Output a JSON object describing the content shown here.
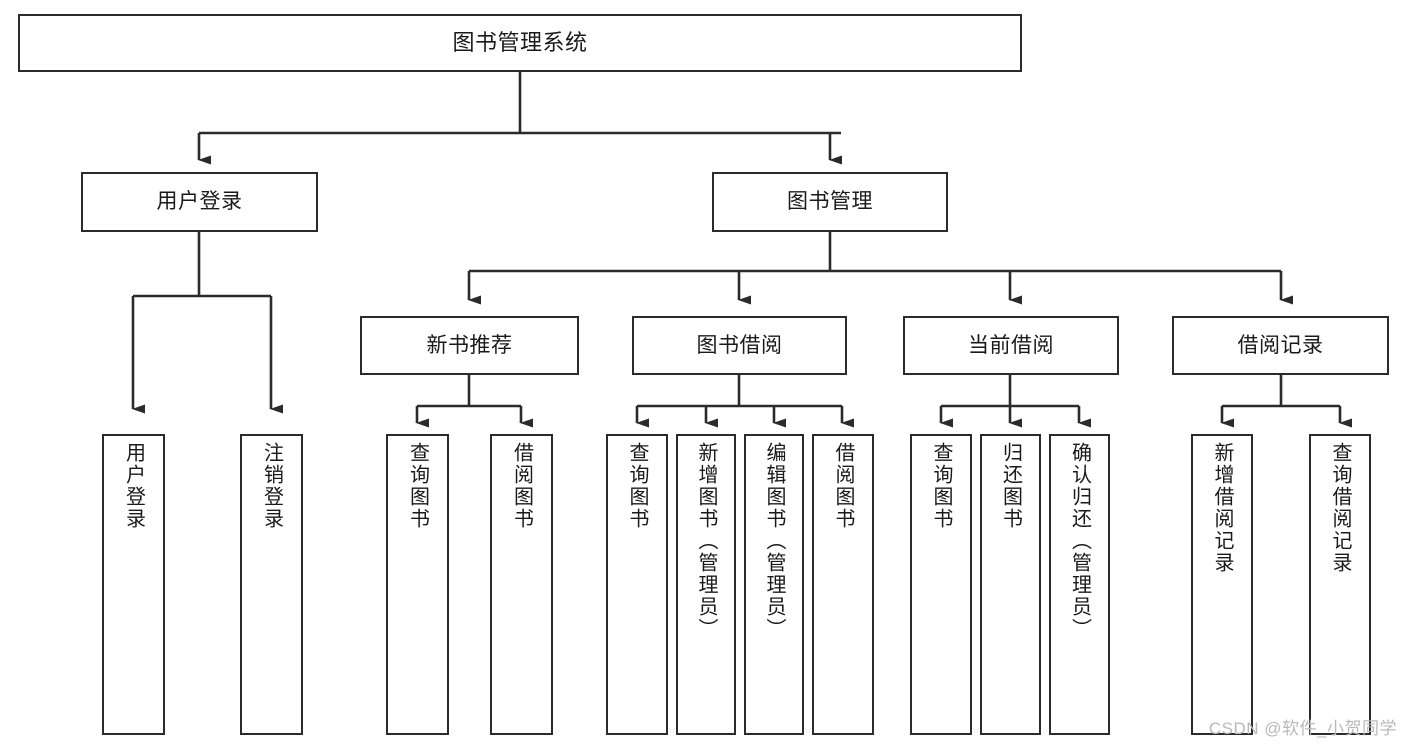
{
  "diagram": {
    "title": "图书管理系统",
    "type": "hierarchy-tree",
    "watermark": "CSDN @软件_小贺同学",
    "colors": {
      "box_border": "#2b2b2b",
      "box_fill": "#ffffff",
      "connector": "#2b2b2b",
      "text": "#1a1a1a",
      "watermark": "#b9b9b9"
    },
    "nodes": {
      "root": {
        "label": "图书管理系统"
      },
      "level2": [
        {
          "id": "user-login",
          "label": "用户登录"
        },
        {
          "id": "book-manage",
          "label": "图书管理"
        }
      ],
      "level3": [
        {
          "id": "new-book-recommend",
          "label": "新书推荐"
        },
        {
          "id": "book-borrow",
          "label": "图书借阅"
        },
        {
          "id": "current-borrow",
          "label": "当前借阅"
        },
        {
          "id": "borrow-record",
          "label": "借阅记录"
        }
      ],
      "leaves": {
        "user-login": [
          {
            "id": "leaf-user-login",
            "label": "用户登录"
          },
          {
            "id": "leaf-logout",
            "label": "注销登录"
          }
        ],
        "new-book-recommend": [
          {
            "id": "leaf-query-book-1",
            "label": "查询图书"
          },
          {
            "id": "leaf-borrow-book-1",
            "label": "借阅图书"
          }
        ],
        "book-borrow": [
          {
            "id": "leaf-query-book-2",
            "label": "查询图书"
          },
          {
            "id": "leaf-add-book",
            "label": "新增图书（管理员）"
          },
          {
            "id": "leaf-edit-book",
            "label": "编辑图书（管理员）"
          },
          {
            "id": "leaf-borrow-book-2",
            "label": "借阅图书"
          }
        ],
        "current-borrow": [
          {
            "id": "leaf-query-book-3",
            "label": "查询图书"
          },
          {
            "id": "leaf-return-book",
            "label": "归还图书"
          },
          {
            "id": "leaf-confirm-return",
            "label": "确认归还（管理员）"
          }
        ],
        "borrow-record": [
          {
            "id": "leaf-add-record",
            "label": "新增借阅记录"
          },
          {
            "id": "leaf-query-record",
            "label": "查询借阅记录"
          }
        ]
      }
    }
  }
}
